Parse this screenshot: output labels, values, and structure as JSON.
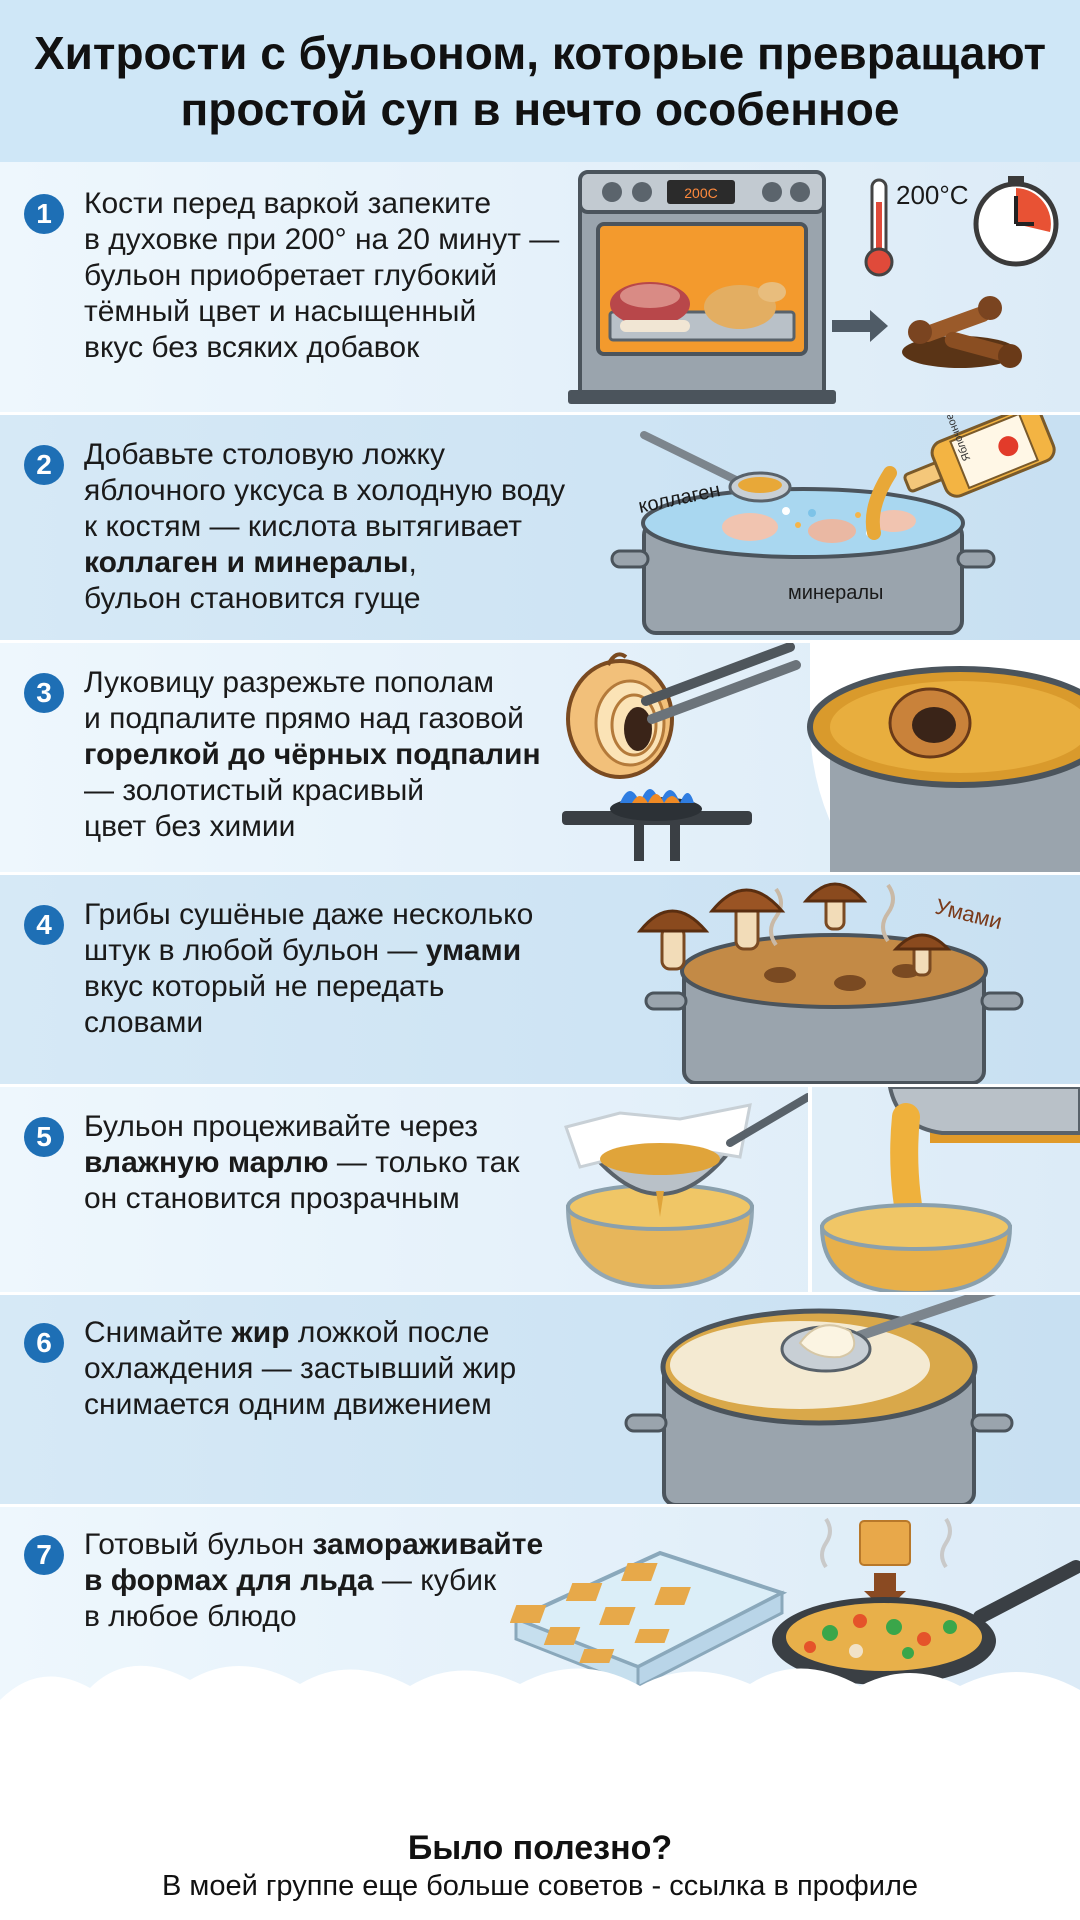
{
  "title": {
    "line1": "Хитрости с бульоном, которые превращают",
    "line2": "простой суп в нечто особенное"
  },
  "tips": [
    {
      "number": "1",
      "text_lines": [
        "Кости перед варкой запеките",
        "в духовке при 200° на 20 минут —",
        "бульон приобретает глубокий",
        "тёмный цвет и насыщенный",
        "вкус без всяких добавок"
      ],
      "oven_display": "200С",
      "temperature_label": "200°C",
      "icons": [
        "oven-icon",
        "thermometer-icon",
        "timer-icon",
        "roasted-bones-icon"
      ]
    },
    {
      "number": "2",
      "text_lines": [
        "Добавьте  столовую ложку",
        "яблочного уксуса в холодную воду",
        "к костям — кислота вытягивает"
      ],
      "bold_line": "коллаген и минералы",
      "bold_suffix": ",",
      "last_line": "бульон становится гуще",
      "label_collagen": "коллаген",
      "label_minerals": "минералы",
      "bottle_label": "Яблочное",
      "icons": [
        "pot-icon",
        "spoon-icon",
        "vinegar-bottle-icon"
      ]
    },
    {
      "number": "3",
      "text_lines": [
        "Луковицу разрежьте пополам",
        "и подпалите прямо над газовой"
      ],
      "bold_line": "горелкой до чёрных подпалин",
      "tail_lines": [
        "— золотистый красивый",
        "цвет без химии"
      ],
      "icons": [
        "onion-icon",
        "tongs-icon",
        "gas-burner-icon",
        "broth-pot-icon"
      ]
    },
    {
      "number": "4",
      "text_lines": [
        "Грибы сушёные даже несколько"
      ],
      "line2_prefix": "штук в любой бульон — ",
      "line2_bold": "умами",
      "tail_lines": [
        "вкус который не передать",
        "словами"
      ],
      "label_umami": "Умами",
      "icons": [
        "mushroom-icon",
        "pot-icon"
      ]
    },
    {
      "number": "5",
      "line1": "Бульон процеживайте через",
      "line2_bold": "влажную марлю",
      "line2_suffix": " — только так",
      "line3": "он становится прозрачным",
      "icons": [
        "strainer-icon",
        "bowl-icon",
        "pouring-pot-icon"
      ]
    },
    {
      "number": "6",
      "line1_prefix": "Снимайте ",
      "line1_bold": "жир",
      "line1_suffix": " ложкой после",
      "line2": "охлаждения — застывший жир",
      "line3": "снимается одним движением",
      "icons": [
        "pot-icon",
        "spoon-icon"
      ]
    },
    {
      "number": "7",
      "line1_prefix": "Готовый бульон ",
      "line1_bold": "замораживайте",
      "line2_bold": "в формах для льда",
      "line2_suffix": " — кубик",
      "line3": "в любое блюдо",
      "icons": [
        "ice-tray-icon",
        "broth-cube-icon",
        "frying-pan-icon"
      ]
    }
  ],
  "footer": {
    "question": "Было полезно?",
    "subtitle": "В моей группе еще больше советов - ссылка в профиле"
  },
  "colors": {
    "accent": "#1e6fb5",
    "header_bg": "#cfe7f7",
    "broth": "#e0a43a"
  }
}
